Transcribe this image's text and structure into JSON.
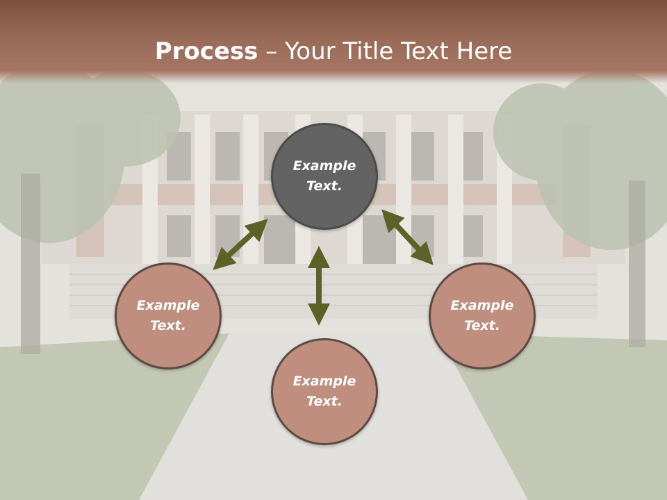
{
  "title": {
    "bold": "Process",
    "rest": " – Your Title Text Here"
  },
  "nodes": {
    "center": "Example\nText.",
    "left": "Example\nText.",
    "right": "Example\nText.",
    "bottom": "Example\nText."
  },
  "colors": {
    "header": "#9a6a58",
    "center_fill": "#636363",
    "node_fill": "#bf8e7f",
    "arrow": "#5c6127"
  }
}
